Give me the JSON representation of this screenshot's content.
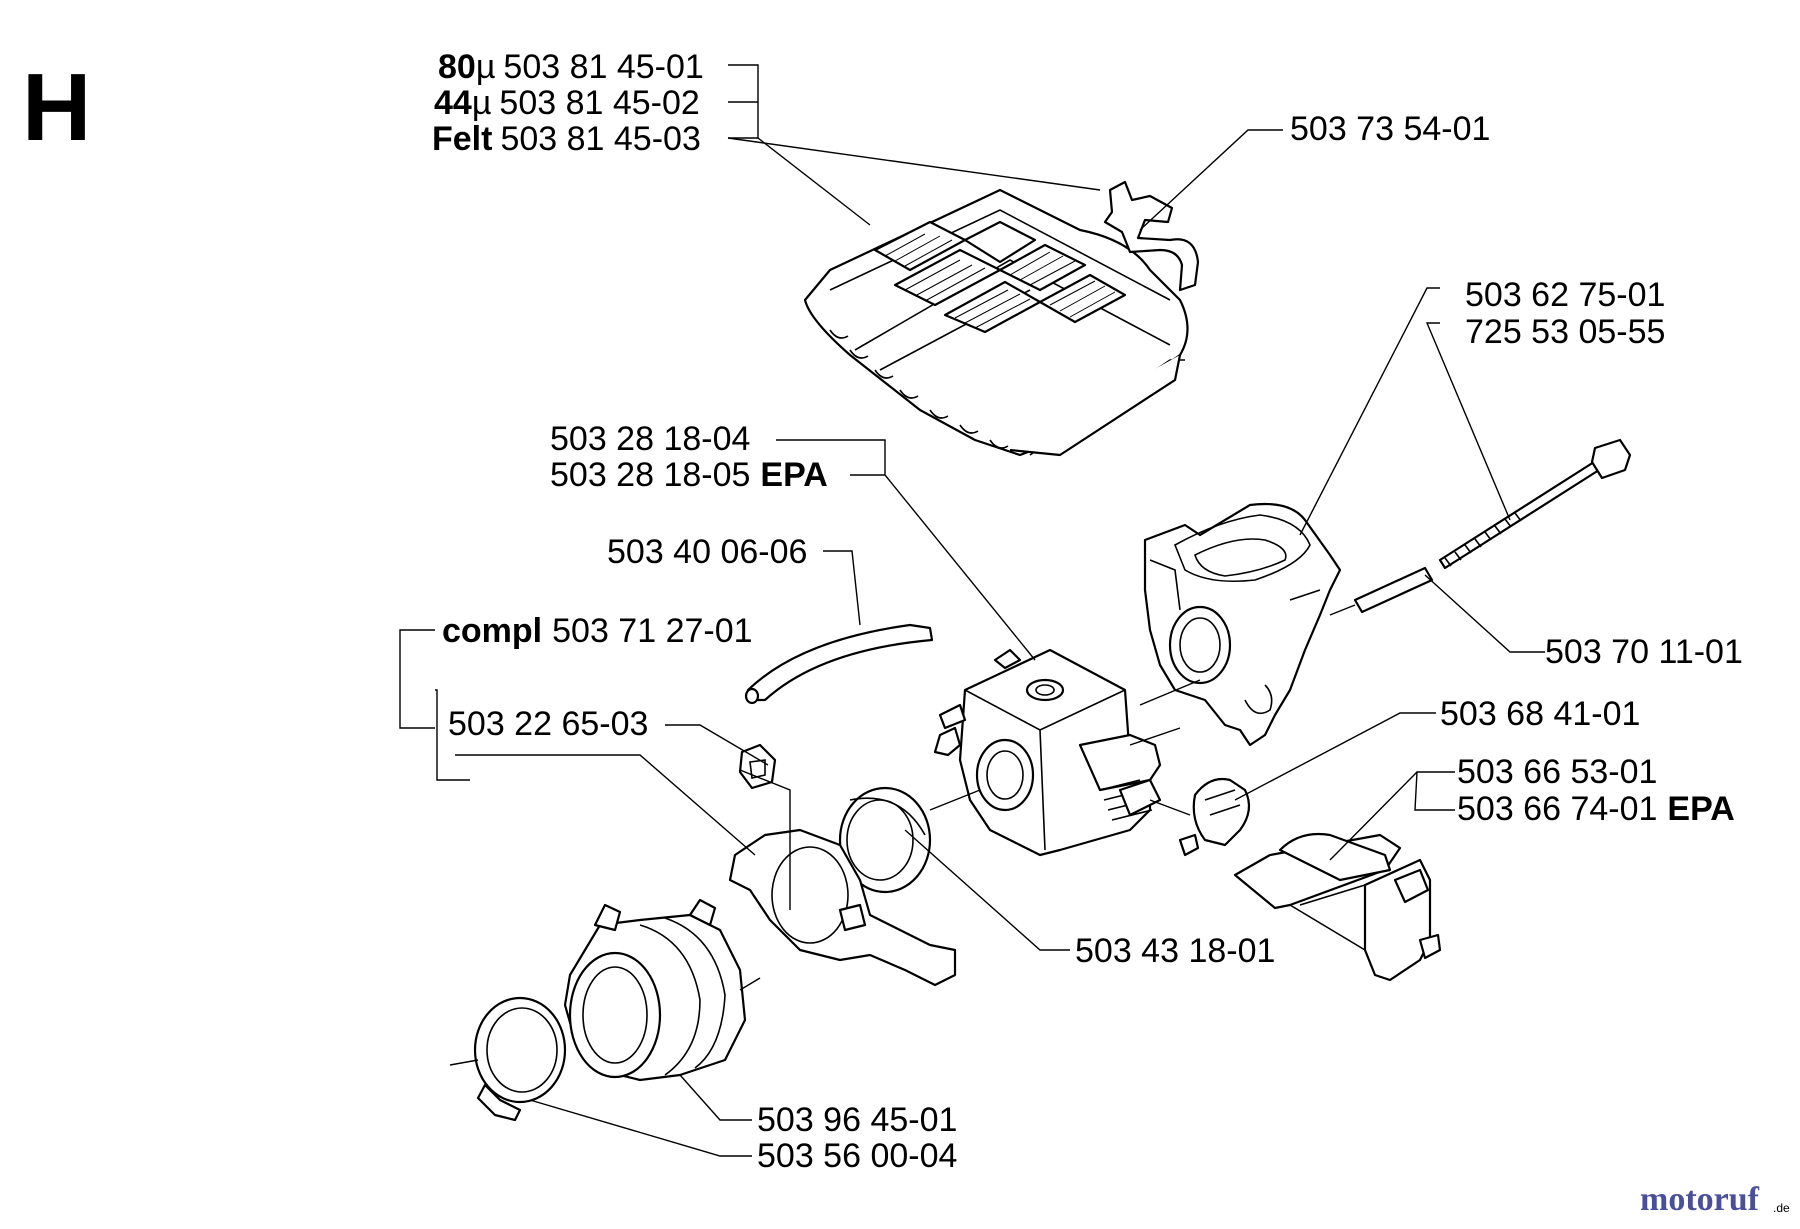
{
  "section_letter": "H",
  "labels": {
    "filter_80": {
      "bold": "80",
      "unit": "µ",
      "number": "503 81 45-01"
    },
    "filter_44": {
      "bold": "44",
      "unit": "µ",
      "number": "503 81 45-02"
    },
    "filter_felt": {
      "bold": "Felt",
      "number": "503 81 45-03"
    },
    "cover_clip": {
      "number": "503 73 54-01"
    },
    "intake_adapter": {
      "number": "503 62 75-01"
    },
    "bolt": {
      "number": "725 53 05-55"
    },
    "carburetor_a": {
      "number": "503 28 18-04"
    },
    "carburetor_b": {
      "number": "503 28 18-05",
      "suffix": "EPA"
    },
    "fuel_hose": {
      "number": "503 40 06-06"
    },
    "complete_set": {
      "prefix": "compl",
      "number": "503 71 27-01"
    },
    "intake_flange": {
      "number": "503 22 65-03"
    },
    "spacer_tube": {
      "number": "503 70 11-01"
    },
    "choke_knob": {
      "number": "503 68 41-01"
    },
    "throttle_a": {
      "number": "503 66 53-01"
    },
    "throttle_b": {
      "number": "503 66 74-01",
      "suffix": "EPA"
    },
    "gasket_ring": {
      "number": "503 43 18-01"
    },
    "intake_boot": {
      "number": "503 96 45-01"
    },
    "hose_clamp": {
      "number": "503 56 00-04"
    }
  },
  "watermark": {
    "main": "motoruf",
    "tld": ".de"
  },
  "colors": {
    "line": "#000000",
    "watermark_a": "#4a4f9a",
    "watermark_b": "#c3262b",
    "background": "#ffffff"
  }
}
